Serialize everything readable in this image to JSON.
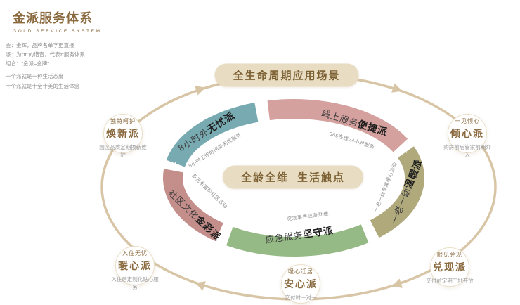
{
  "logo": {
    "title": "金派服务体系",
    "subtitle": "GOLD SERVICE SYSTEM"
  },
  "description_lines": [
    "金：金辉，品牌名单字更直接",
    "派：为“π”的谐音，代表π服务体系",
    "组合：“金派=金牌”",
    "一个派就是一种生活态度",
    "十个派就是十全十美的生活体验"
  ],
  "banners": {
    "top": "全生命周期应用场景",
    "center_left": "全龄全维",
    "center_right": "生活触点"
  },
  "inner_segments": [
    {
      "id": "offhours",
      "label_light": "8小时外",
      "label_bold": "无忧派",
      "sub": "8小时工作时间外无忧服务",
      "color": "#78aab2"
    },
    {
      "id": "online",
      "label_light": "线上服务",
      "label_bold": "便捷派",
      "sub": "365在线24小时服务",
      "color": "#d4a19e"
    },
    {
      "id": "elderly",
      "label_light": "一老一幼",
      "label_bold": "温暖派",
      "sub": "一老一幼专属暖心活动",
      "color": "#afa97c"
    },
    {
      "id": "emergency",
      "label_light": "应急服务",
      "label_bold": "坚守派",
      "sub": "突发事件应急处理",
      "color": "#96ba85"
    },
    {
      "id": "community",
      "label_light": "社区文化",
      "label_bold": "金彩派",
      "sub": "多元丰富的社区活动",
      "color": "#c48e8b"
    }
  ],
  "nodes": [
    {
      "id": "huanxin",
      "tagline": "独特呵护",
      "name": "焕新派",
      "desc": "园区品质定期换新维护"
    },
    {
      "id": "qingxin",
      "tagline": "一见倾心",
      "name": "倾心派",
      "desc": "购房前后管家前期介入"
    },
    {
      "id": "nuanxin",
      "tagline": "入住无忧",
      "name": "暖心派",
      "desc": "入住后定制化贴心服务"
    },
    {
      "id": "anxin",
      "tagline": "暖心迁居",
      "name": "安心派",
      "desc": "交付时一对一"
    },
    {
      "id": "duixian",
      "tagline": "眼见兑现",
      "name": "兑现派",
      "desc": "交付前定期工地开放"
    }
  ],
  "colors": {
    "brand_brown": "#8a6a3e",
    "ring": "#d8c5a6",
    "pill_bg": "#e8dcc2",
    "pill_text": "#7c6134",
    "desc_gray": "#8c8c8c"
  }
}
